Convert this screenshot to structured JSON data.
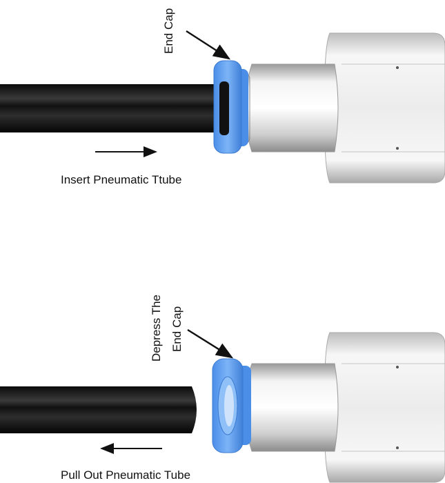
{
  "top": {
    "callout": "End Cap",
    "caption": "Insert Pneumatic Ttube"
  },
  "bottom": {
    "callout_line1": "Depress The",
    "callout_line2": "End Cap",
    "caption": "Pull Out Pneumatic Tube"
  },
  "colors": {
    "end_cap": "#5b9cf0",
    "tube": "#1a1a1a",
    "metal": "#d8d8d8"
  }
}
